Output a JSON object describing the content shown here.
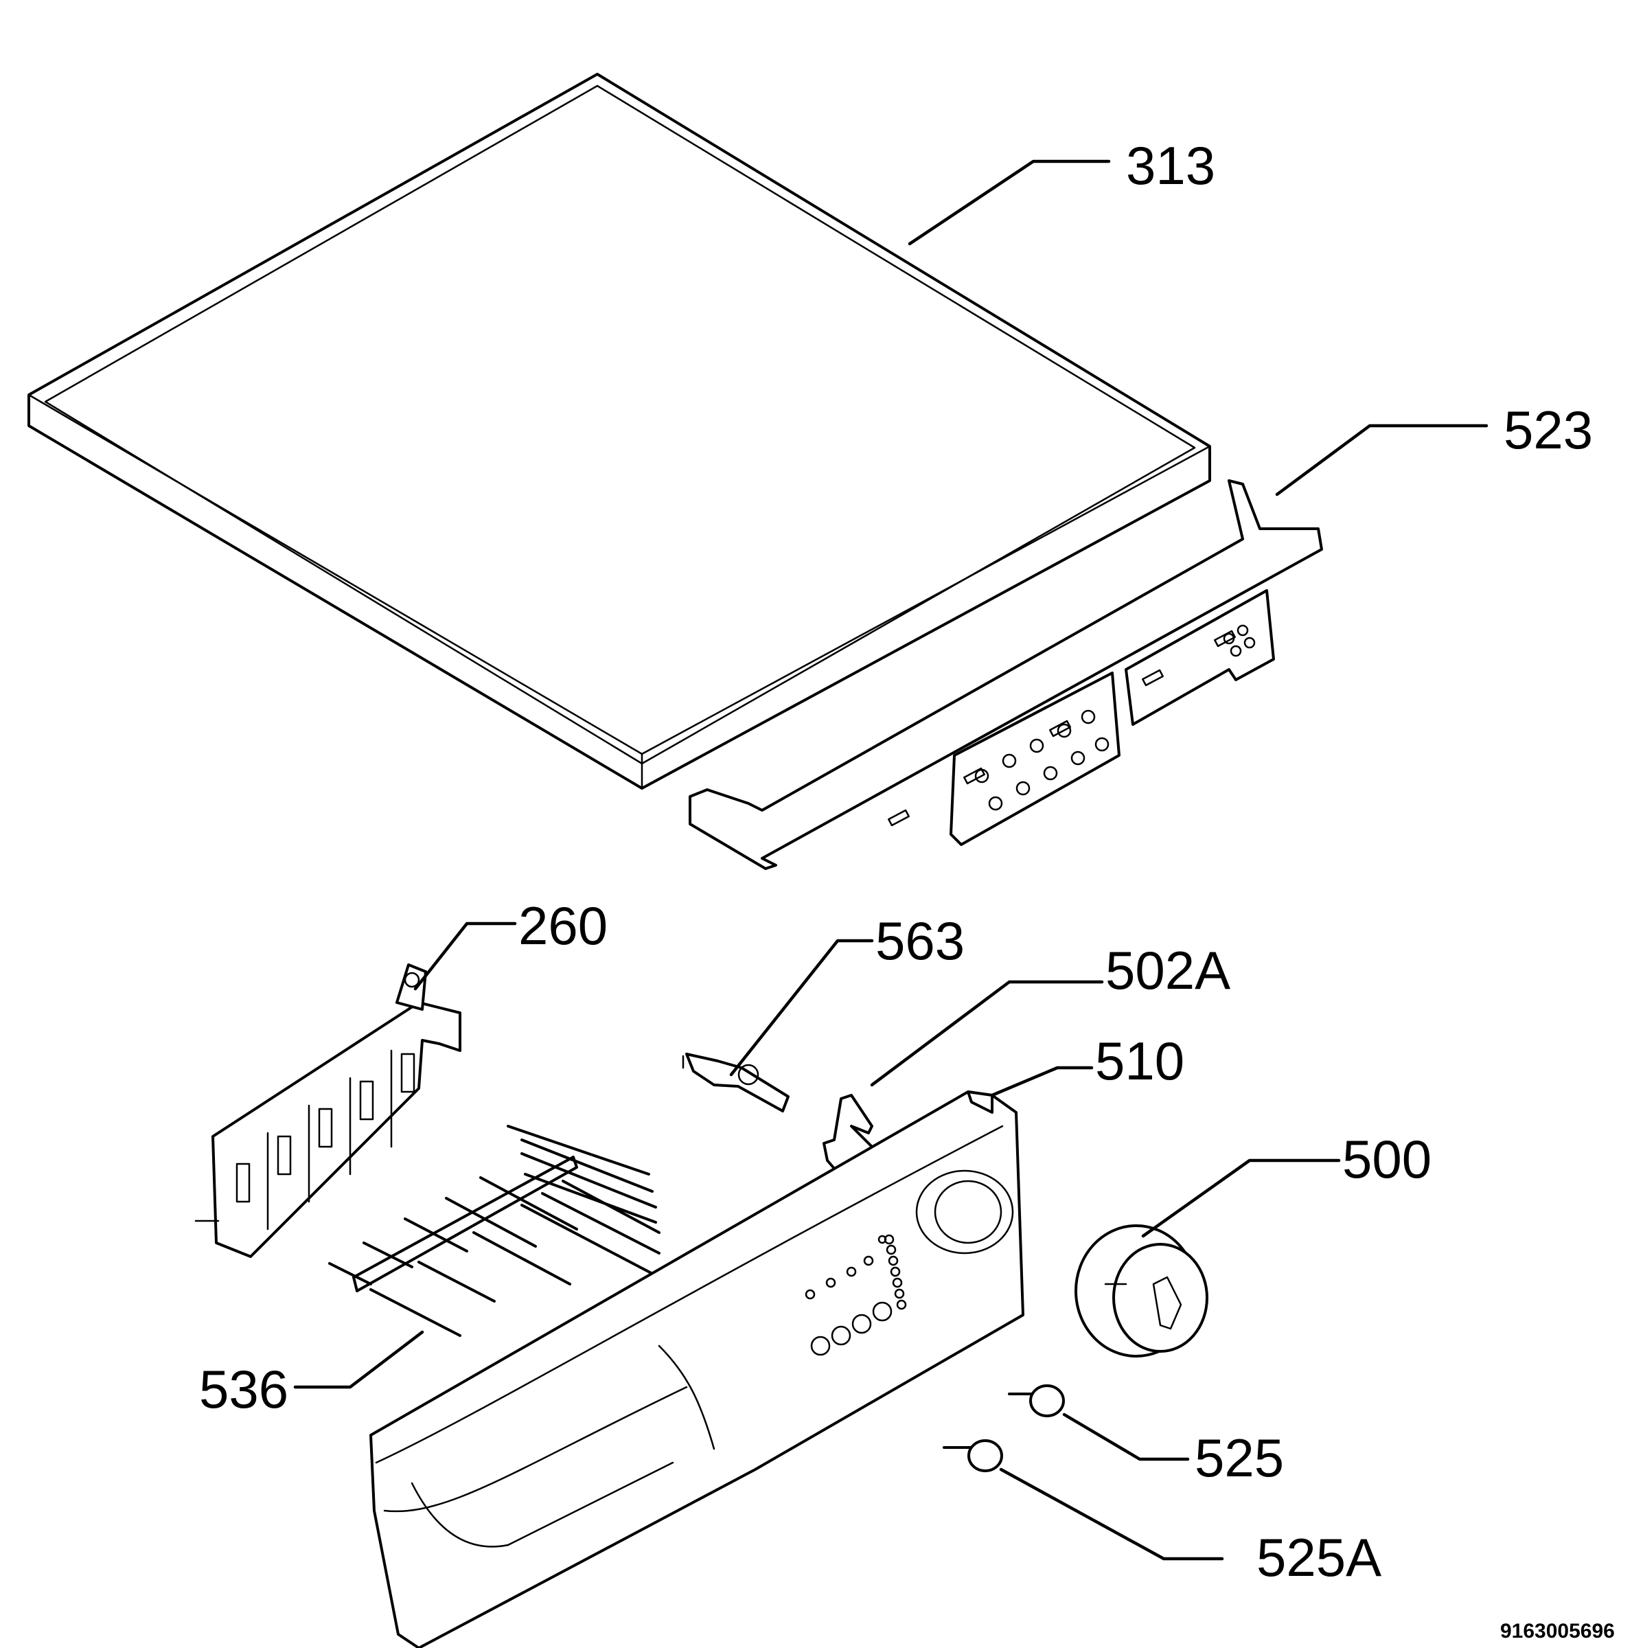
{
  "callouts": {
    "c313": "313",
    "c523": "523",
    "c260": "260",
    "c563": "563",
    "c502a": "502A",
    "c510": "510",
    "c500": "500",
    "c536": "536",
    "c525": "525",
    "c525a": "525A"
  },
  "document_number": "9163005696"
}
